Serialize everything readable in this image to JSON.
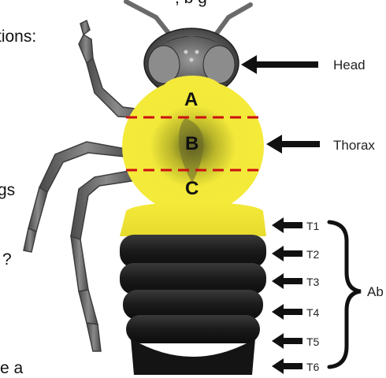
{
  "fragments": {
    "top": ", b g",
    "options": "tions:",
    "wings": "gs",
    "question": "?",
    "end": "e a"
  },
  "labels": {
    "head": "Head",
    "thorax": "Thorax",
    "abdomen_partial": "Ab",
    "regions": {
      "a": "A",
      "b": "B",
      "c": "C"
    },
    "segments": [
      "T1",
      "T2",
      "T3",
      "T4",
      "T5",
      "T6"
    ]
  },
  "colors": {
    "yellow": "#f5ea3a",
    "black_body": "#1b1b1b",
    "dashed": "#cc1010",
    "arrow": "#111111",
    "leg": "#6e6e6e"
  }
}
